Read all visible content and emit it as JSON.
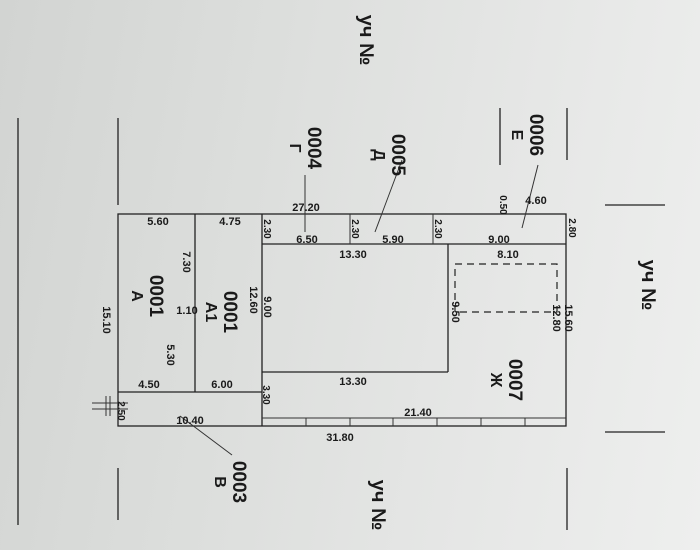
{
  "plot_labels": {
    "top": "уч №",
    "right": "уч №",
    "bottom": "уч №"
  },
  "buildings": {
    "b0001a": {
      "code": "0001",
      "letter": "А"
    },
    "b0001a1": {
      "code": "0001",
      "letter": "А1"
    },
    "b0003": {
      "code": "0003",
      "letter": "В"
    },
    "b0004": {
      "code": "0004",
      "letter": "Г"
    },
    "b0005": {
      "code": "0005",
      "letter": "Д"
    },
    "b0006": {
      "code": "0006",
      "letter": "Е"
    },
    "b0007": {
      "code": "0007",
      "letter": "Ж"
    }
  },
  "dimensions": {
    "top_total": "27.20",
    "d_5_60": "5.60",
    "d_4_75": "4.75",
    "d_2_30_a": "2.30",
    "d_6_50": "6.50",
    "d_2_30_b": "2.30",
    "d_5_90": "5.90",
    "d_2_30_c": "2.30",
    "d_9_00_top": "9.00",
    "d_0_50": "0.50",
    "d_4_60": "4.60",
    "d_2_80": "2.80",
    "d_13_30_top": "13.30",
    "d_8_10": "8.10",
    "d_7_30": "7.30",
    "d_12_60": "12.60",
    "d_9_00_v": "9.00",
    "d_1_10": "1.10",
    "d_5_30": "5.30",
    "d_15_10": "15.10",
    "d_9_50": "9.50",
    "d_15_60": "15.60",
    "d_12_80": "12.80",
    "d_4_50": "4.50",
    "d_6_00": "6.00",
    "d_13_30_bottom": "13.30",
    "d_3_30": "3.30",
    "d_2_50": "2.50",
    "d_10_40": "10.40",
    "d_21_40": "21.40",
    "d_31_80": "31.80"
  }
}
